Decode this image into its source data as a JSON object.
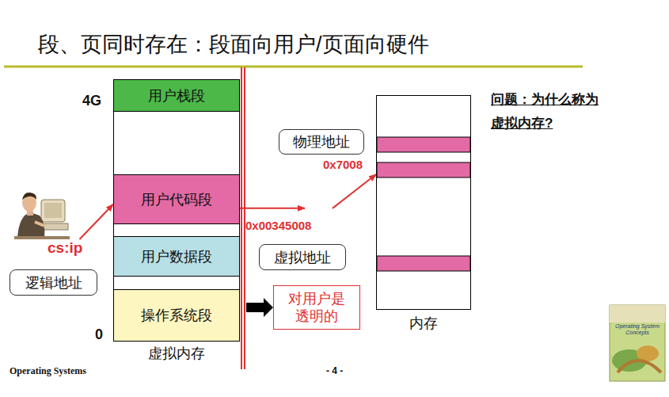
{
  "diagram": {
    "title": "段、页同时存在：段面向用户/页面向硬件",
    "nodes": [
      {
        "text": [
          "虚拟内存"
        ]
      },
      {
        "text": [
          "用户栈段"
        ],
        "in": 0
      },
      {
        "text": [
          "用户代码段"
        ],
        "in": 0
      },
      {
        "text": [
          "用户数据段"
        ],
        "in": 0
      },
      {
        "text": [
          "操作系统段"
        ],
        "in": 0
      },
      {
        "text": [
          "cs:ip",
          "逻辑地址"
        ]
      },
      {
        "text": [
          "物理地址"
        ]
      },
      {
        "text": [
          "虚拟地址"
        ]
      },
      {
        "text": [
          "内存"
        ]
      },
      {
        "text": [
          "对用户是 透明的"
        ]
      }
    ],
    "edges": [
      {
        "from": 5,
        "to": 2,
        "arrow": "to"
      },
      {
        "from": 2,
        "to": 8,
        "arrow": "to"
      },
      {
        "from": 4,
        "to": 9,
        "arrow": "to"
      }
    ],
    "labels": [
      "4G",
      "0",
      "0x00345008",
      "0x7008",
      "问题：为什么称为 虚拟内存?",
      "Operating Systems",
      "- 4 -",
      "Operating System Concepts"
    ]
  }
}
